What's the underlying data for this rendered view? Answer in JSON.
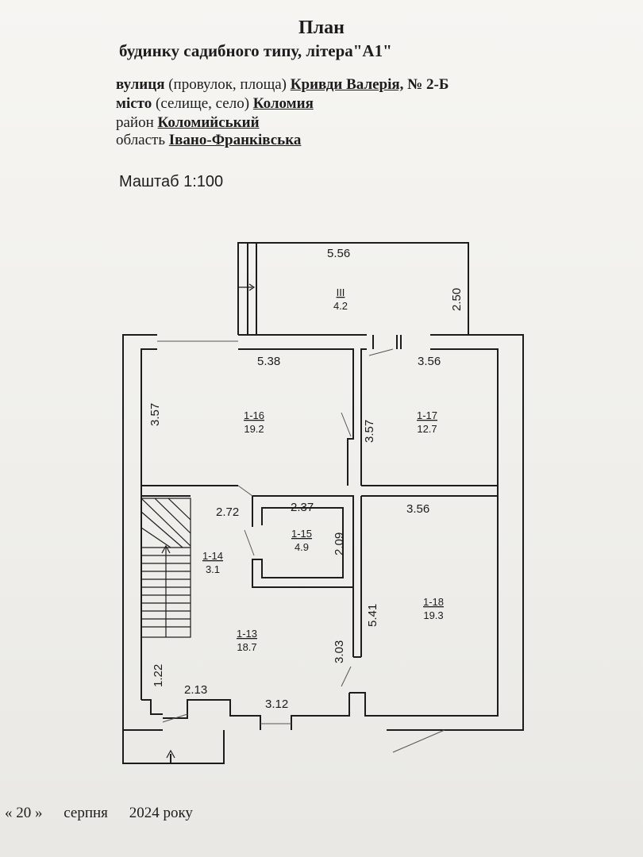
{
  "header": {
    "title": "План",
    "subtitle": "будинку садибного типу, літера\"А1\""
  },
  "address": {
    "street_label": "вулиця",
    "street_hint": "(провулок,  площа)",
    "street_value": "Кривди Валерія,",
    "house_number": "№ 2-Б",
    "city_label": "місто",
    "city_hint": "(селище, село)",
    "city_value": "Коломия",
    "district_label": "район",
    "district_value": "Коломийський",
    "region_label": "область",
    "region_value": "Івано-Франківська"
  },
  "scale_text": "Маштаб 1:100",
  "plan": {
    "dimensions": {
      "terrace_width": "5.56",
      "terrace_depth": "2.50",
      "room16_width": "5.38",
      "room16_height": "3.57",
      "room16_17_wall": "3.57",
      "room17_width": "3.56",
      "corridor_width": "2.72",
      "room15_width": "2.37",
      "room15_height": "2.09",
      "room18_width": "3.56",
      "room18_height": "5.41",
      "room13_height": "3.03",
      "entrance_depth": "1.22",
      "entrance_width": "2.13",
      "front_width": "3.12"
    },
    "rooms": [
      {
        "id": "III",
        "area": "4.2"
      },
      {
        "id": "1-16",
        "area": "19.2"
      },
      {
        "id": "1-17",
        "area": "12.7"
      },
      {
        "id": "1-15",
        "area": "4.9"
      },
      {
        "id": "1-14",
        "area": "3.1"
      },
      {
        "id": "1-13",
        "area": "18.7"
      },
      {
        "id": "1-18",
        "area": "19.3"
      }
    ]
  },
  "footer": {
    "day": "« 20 »",
    "month": "серпня",
    "year": "2024 року"
  }
}
